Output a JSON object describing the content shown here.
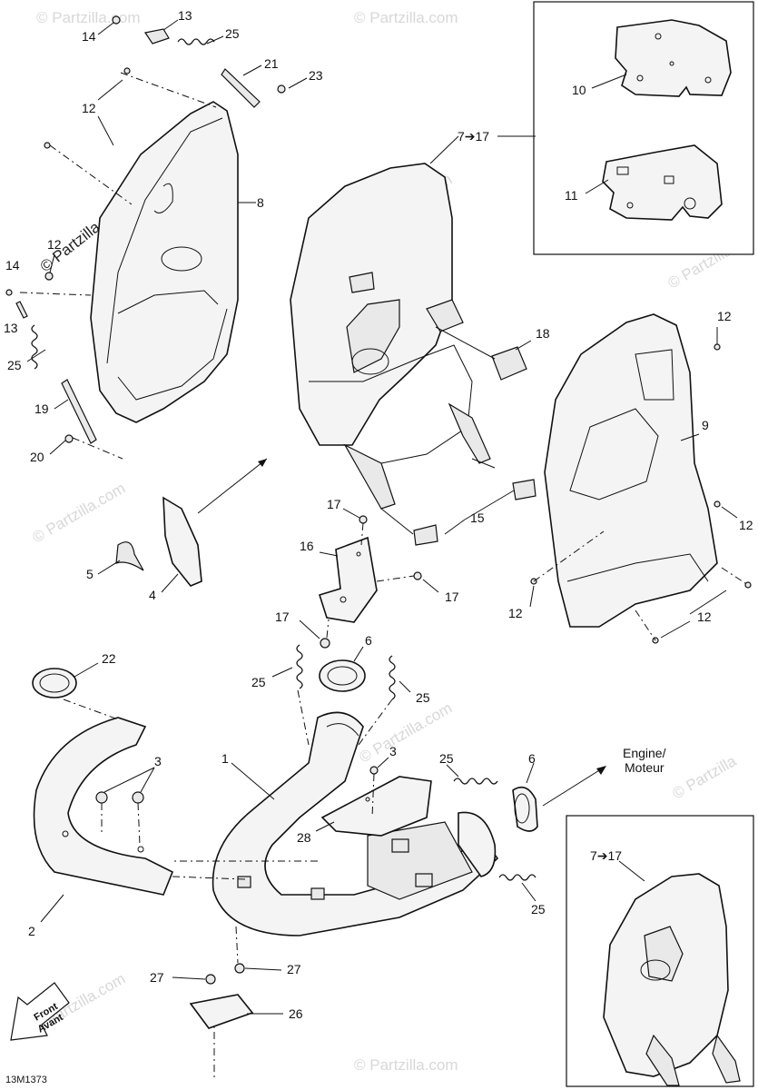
{
  "callouts": {
    "c1": "1",
    "c2": "2",
    "c3a": "3",
    "c3b": "3",
    "c4": "4",
    "c5": "5",
    "c6a": "6",
    "c6b": "6",
    "c7_17a": "7➔17",
    "c7_17b": "7➔17",
    "c8": "8",
    "c9": "9",
    "c10": "10",
    "c11": "11",
    "c12a": "12",
    "c12b": "12",
    "c12c": "12",
    "c12d": "12",
    "c12e": "12",
    "c12f": "12",
    "c13a": "13",
    "c13b": "13",
    "c14a": "14",
    "c14b": "14",
    "c15": "15",
    "c16": "16",
    "c17a": "17",
    "c17b": "17",
    "c17c": "17",
    "c18": "18",
    "c19": "19",
    "c20": "20",
    "c21": "21",
    "c22": "22",
    "c23": "23",
    "c25a": "25",
    "c25b": "25",
    "c25c": "25",
    "c25d": "25",
    "c25e": "25",
    "c25f": "25",
    "c26": "26",
    "c27a": "27",
    "c27b": "27",
    "c28": "28"
  },
  "engine_label": {
    "line1": "Engine/",
    "line2": "Moteur"
  },
  "front_label": {
    "line1": "Front",
    "line2": "Avant"
  },
  "diagram_code": "13M1373",
  "watermark": {
    "text": "© Partzilla.com",
    "short": "© Partzilla"
  }
}
